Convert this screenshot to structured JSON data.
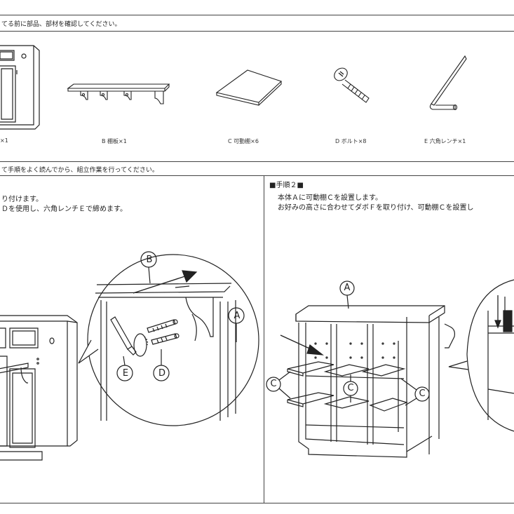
{
  "sections": {
    "parts_header": "てる前に部品、部材を確認してください。",
    "steps_header": "て手順をよく読んでから、組立作業を行ってください。"
  },
  "parts": [
    {
      "label": "×1"
    },
    {
      "label": "B 棚板×1"
    },
    {
      "label": "C 可動棚×6"
    },
    {
      "label": "D ボルト×8"
    },
    {
      "label": "E 六角レンチ×1"
    }
  ],
  "step1": {
    "line1": "り付けます。",
    "line2": "Ｄを使用し、六角レンチＥで締めます。",
    "callouts": {
      "b": "B",
      "a": "A",
      "e": "E",
      "d": "D"
    }
  },
  "step2": {
    "title": "■手順２■",
    "line1": "本体Ａに可動棚Ｃを設置します。",
    "line2": "お好みの高さに合わせてダボＦを取り付け、可動棚Ｃを設置し",
    "callouts": {
      "a": "A",
      "c_left": "C",
      "c_mid": "C",
      "c_right": "C"
    }
  }
}
